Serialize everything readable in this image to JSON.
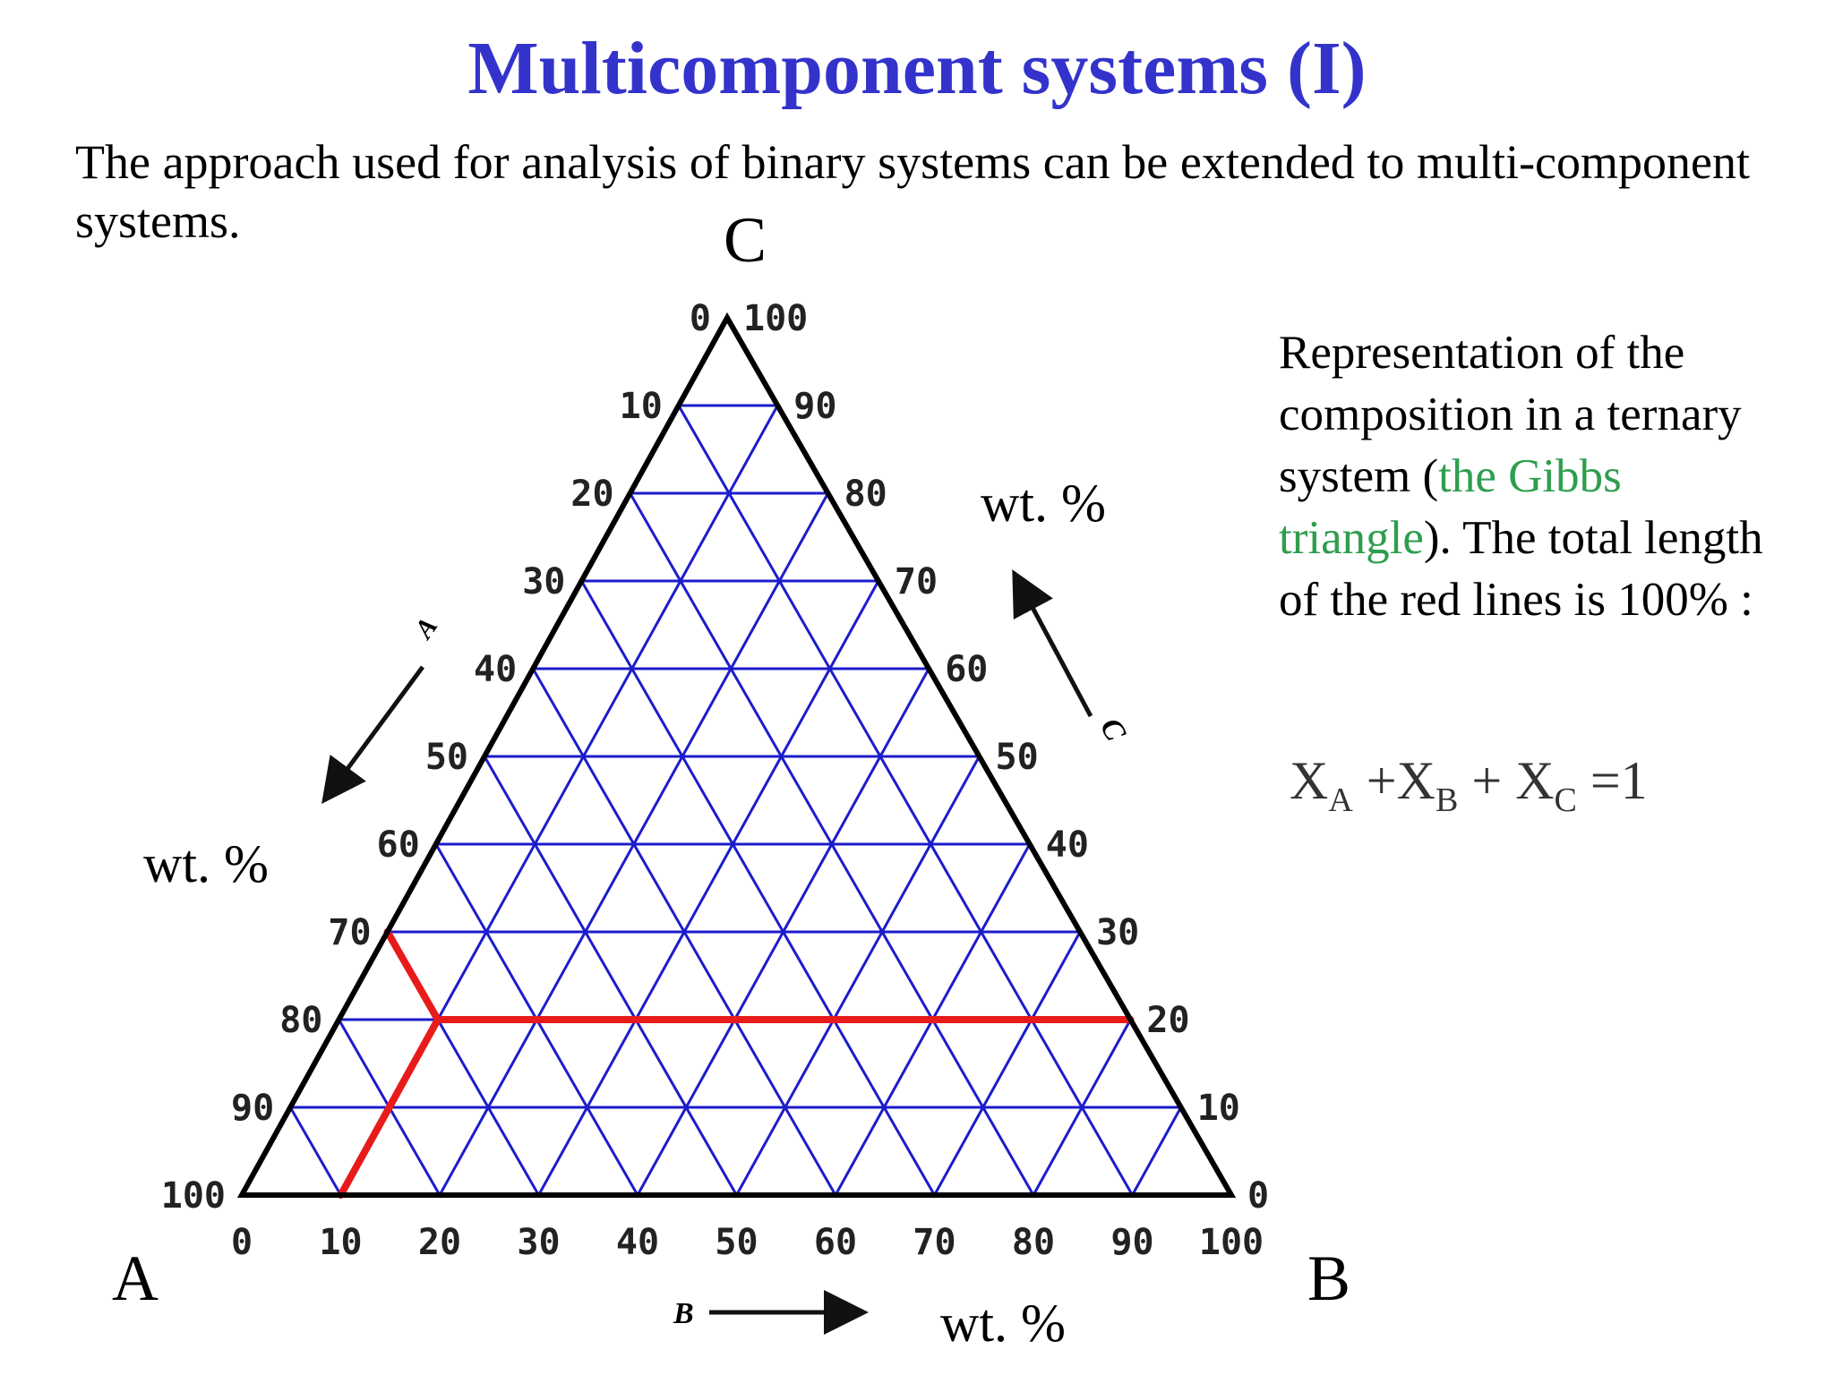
{
  "title": "Multicomponent systems (I)",
  "intro": "The approach used for analysis of binary systems can be extended to multi-component systems.",
  "description": {
    "part1": "Representation of the composition in a ternary system (",
    "highlight": "the Gibbs triangle",
    "part2": "). The total length of the red lines is 100% :"
  },
  "formula": {
    "x": "X",
    "sub_a": "A",
    "sub_b": "B",
    "sub_c": "C",
    "plus1": " +",
    "plus2": " + ",
    "equals": " =1"
  },
  "diagram": {
    "vertex_a": "A",
    "vertex_b": "B",
    "vertex_c": "C",
    "unit_label": "wt. %",
    "axis_a_letter": "A",
    "axis_b_letter": "B",
    "axis_c_letter": "C",
    "ticks_left": [
      "100",
      "90",
      "80",
      "70",
      "60",
      "50",
      "40",
      "30",
      "20",
      "10",
      "0"
    ],
    "ticks_right": [
      "0",
      "10",
      "20",
      "30",
      "40",
      "50",
      "60",
      "70",
      "80",
      "90",
      "100"
    ],
    "ticks_bottom": [
      "0",
      "10",
      "20",
      "30",
      "40",
      "50",
      "60",
      "70",
      "80",
      "90",
      "100"
    ],
    "grid_divisions": 10,
    "example_point": {
      "A": 70,
      "B": 10,
      "C": 20
    },
    "colors": {
      "grid": "#1c1ccc",
      "highlight": "#e81b1b",
      "frame": "#000000"
    }
  }
}
